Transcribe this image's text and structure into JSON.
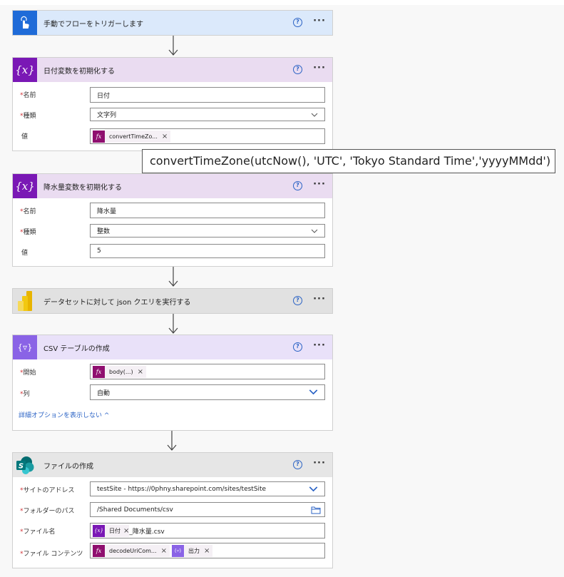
{
  "colors": {
    "trigger_header": "#dbe9fb",
    "trigger_icon": "#1f6bd8",
    "variable_header": "#eadcf1",
    "variable_icon": "#7a18b5",
    "dataset_header": "#e1e1e1",
    "csv_header": "#e9e1f9",
    "csv_icon": "#8a63e6",
    "file_header": "#e6e6e6",
    "expression_token": "#8f0f6f",
    "link": "#2b63c5"
  },
  "trigger": {
    "title": "手動でフローをトリガーします",
    "icon": "touch-hand-icon"
  },
  "init_date": {
    "title": "日付変数を初期化する",
    "icon": "variable-icon",
    "icon_glyph": "{x}",
    "name_label": "名前",
    "name_value": "日付",
    "type_label": "種類",
    "type_value": "文字列",
    "value_label": "値",
    "value_token": "convertTimeZo...",
    "token_icon_glyph": "fx"
  },
  "tooltip": {
    "text": "convertTimeZone(utcNow(), 'UTC', 'Tokyo Standard Time','yyyyMMdd')"
  },
  "init_rain": {
    "title": "降水量変数を初期化する",
    "icon": "variable-icon",
    "icon_glyph": "{x}",
    "name_label": "名前",
    "name_value": "降水量",
    "type_label": "種類",
    "type_value": "整数",
    "value_label": "値",
    "value_value": "5"
  },
  "dataset": {
    "title": "データセットに対して json クエリを実行する",
    "icon": "power-bi-icon"
  },
  "csv": {
    "title": "CSV テーブルの作成",
    "icon": "data-operation-icon",
    "icon_glyph": "{▿}",
    "from_label": "開始",
    "from_token": "body(...)",
    "columns_label": "列",
    "columns_value": "自動",
    "hide_advanced": "詳細オプションを表示しない ^"
  },
  "file": {
    "title": "ファイルの作成",
    "icon": "sharepoint-icon",
    "site_label": "サイトのアドレス",
    "site_value": "testSite - https://0phny.sharepoint.com/sites/testSite",
    "folder_label": "フォルダーのパス",
    "folder_value": "/Shared Documents/csv",
    "filename_label": "ファイル名",
    "filename_token": "日付",
    "filename_suffix": "_降水量.csv",
    "content_label": "ファイル コンテンツ",
    "content_token1": "decodeUriCom...",
    "content_token2": "出力"
  },
  "common": {
    "help": "?",
    "more": "···",
    "remove": "×",
    "required": "*"
  }
}
